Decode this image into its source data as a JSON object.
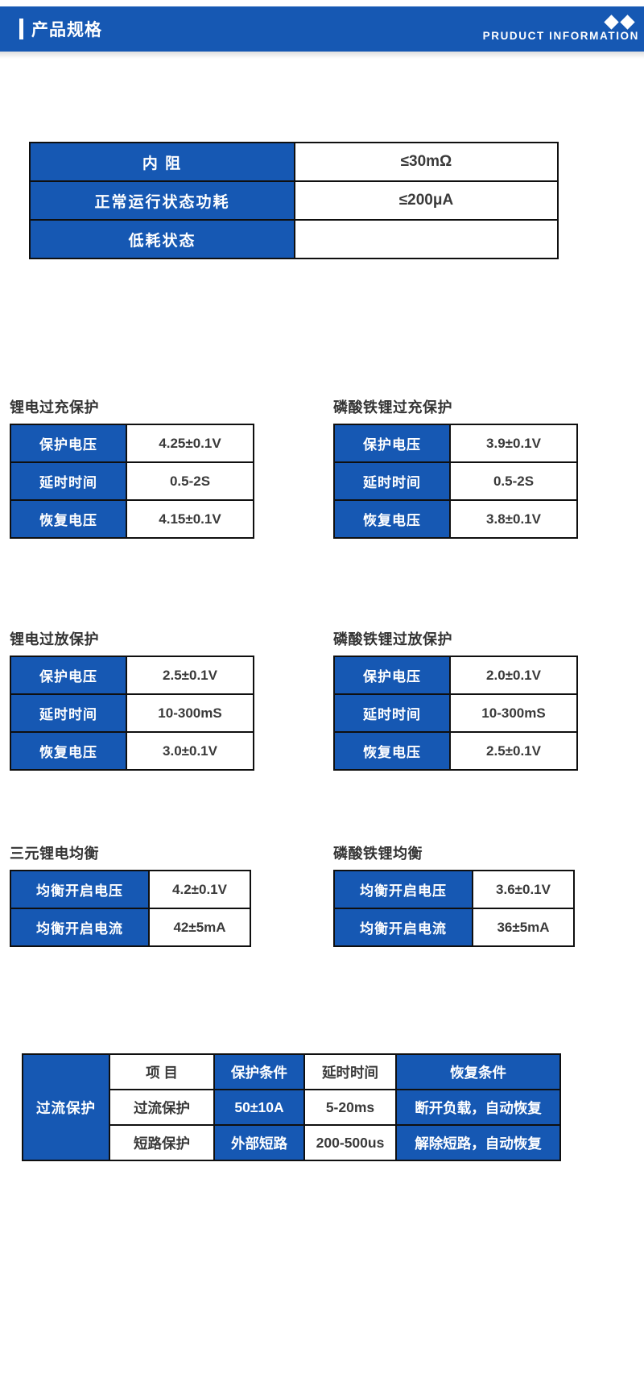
{
  "header": {
    "title": "产品规格",
    "subtitle": "PRUDUCT INFORMATION"
  },
  "spec_table": {
    "rows": [
      {
        "label": "内  阻",
        "value": "≤30mΩ"
      },
      {
        "label": "正常运行状态功耗",
        "value": "≤200μA"
      },
      {
        "label": "低耗状态",
        "value": ""
      }
    ]
  },
  "blocks": [
    {
      "title": "锂电过充保护",
      "rows": [
        {
          "label": "保护电压",
          "value": "4.25±0.1V"
        },
        {
          "label": "延时时间",
          "value": "0.5-2S"
        },
        {
          "label": "恢复电压",
          "value": "4.15±0.1V"
        }
      ]
    },
    {
      "title": "磷酸铁锂过充保护",
      "rows": [
        {
          "label": "保护电压",
          "value": "3.9±0.1V"
        },
        {
          "label": "延时时间",
          "value": "0.5-2S"
        },
        {
          "label": "恢复电压",
          "value": "3.8±0.1V"
        }
      ]
    },
    {
      "title": "锂电过放保护",
      "rows": [
        {
          "label": "保护电压",
          "value": "2.5±0.1V"
        },
        {
          "label": "延时时间",
          "value": "10-300mS"
        },
        {
          "label": "恢复电压",
          "value": "3.0±0.1V"
        }
      ]
    },
    {
      "title": "磷酸铁锂过放保护",
      "rows": [
        {
          "label": "保护电压",
          "value": "2.0±0.1V"
        },
        {
          "label": "延时时间",
          "value": "10-300mS"
        },
        {
          "label": "恢复电压",
          "value": "2.5±0.1V"
        }
      ]
    },
    {
      "title": "三元锂电均衡",
      "rows": [
        {
          "label": "均衡开启电压",
          "value": "4.2±0.1V"
        },
        {
          "label": "均衡开启电流",
          "value": "42±5mA"
        }
      ]
    },
    {
      "title": "磷酸铁锂均衡",
      "rows": [
        {
          "label": "均衡开启电压",
          "value": "3.6±0.1V"
        },
        {
          "label": "均衡开启电流",
          "value": "36±5mA"
        }
      ]
    }
  ],
  "overcurrent_table": {
    "row_label": "过流保护",
    "headers": [
      "项  目",
      "保护条件",
      "延时时间",
      "恢复条件"
    ],
    "rows": [
      {
        "item": "过流保护",
        "condition": "50±10A",
        "delay": "5-20ms",
        "recovery": "断开负载，自动恢复"
      },
      {
        "item": "短路保护",
        "condition": "外部短路",
        "delay": "200-500us",
        "recovery": "解除短路，自动恢复"
      }
    ]
  },
  "colors": {
    "brand_blue": "#1658B3",
    "border": "#0F0F0F",
    "text": "#333333"
  }
}
